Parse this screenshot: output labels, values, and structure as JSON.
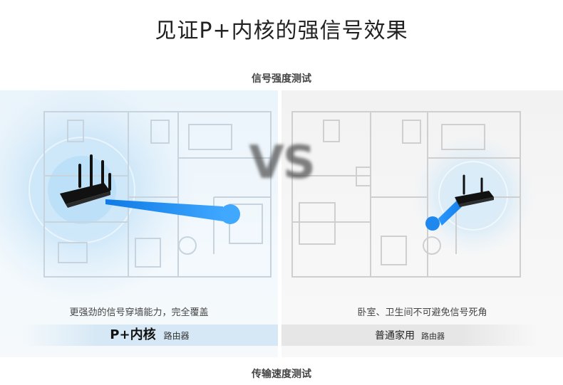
{
  "title": "见证P+内核的强信号效果",
  "section_top": "信号强度测试",
  "section_bottom": "传输速度测试",
  "vs": "VS",
  "left": {
    "caption": "更强劲的信号穿墙能力，完全覆盖",
    "brand": "P+内核",
    "product": "路由器"
  },
  "right": {
    "caption": "卧室、卫生间不可避免信号死角",
    "brand": "普通家用",
    "product": "路由器"
  },
  "icons": [
    "router-icon",
    "router-icon"
  ],
  "colors": {
    "signal_blue": "#1e88e5",
    "left_panel": "#eaf4fb",
    "right_panel": "#f2f2f2"
  }
}
